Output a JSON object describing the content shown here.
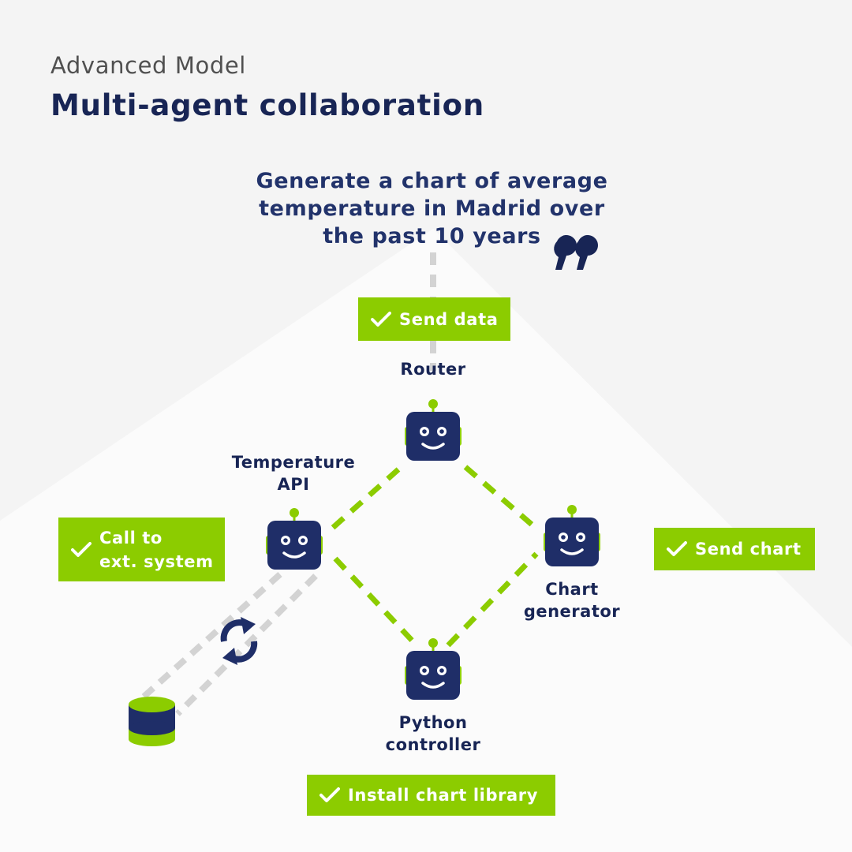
{
  "header": {
    "subtitle": "Advanced Model",
    "title": "Multi-agent collaboration"
  },
  "prompt": {
    "lines": [
      "Generate a chart of average",
      "temperature in Madrid over",
      "the past 10 years"
    ]
  },
  "agents": {
    "router": {
      "lines": [
        "Router"
      ]
    },
    "temperature_api": {
      "lines": [
        "Temperature",
        "API"
      ]
    },
    "chart_generator": {
      "lines": [
        "Chart",
        "generator"
      ]
    },
    "python_controller": {
      "lines": [
        "Python",
        "controller"
      ]
    }
  },
  "tags": {
    "send_data": {
      "lines": [
        "Send data"
      ]
    },
    "call_ext": {
      "lines": [
        "Call to",
        "ext. system"
      ]
    },
    "send_chart": {
      "lines": [
        "Send chart"
      ]
    },
    "install_lib": {
      "lines": [
        "Install chart library"
      ]
    }
  },
  "icons": {
    "quote": "quote-icon",
    "robot": "robot-icon",
    "check": "checkmark-icon",
    "sync": "sync-arrows-icon",
    "database": "database-icon"
  },
  "colors": {
    "navy": "#182555",
    "robot_body": "#1f2e68",
    "accent_green": "#8ccc00",
    "dash_gray": "#d3d3d3",
    "background": "#f4f4f4",
    "diamond": "#fafafa"
  }
}
